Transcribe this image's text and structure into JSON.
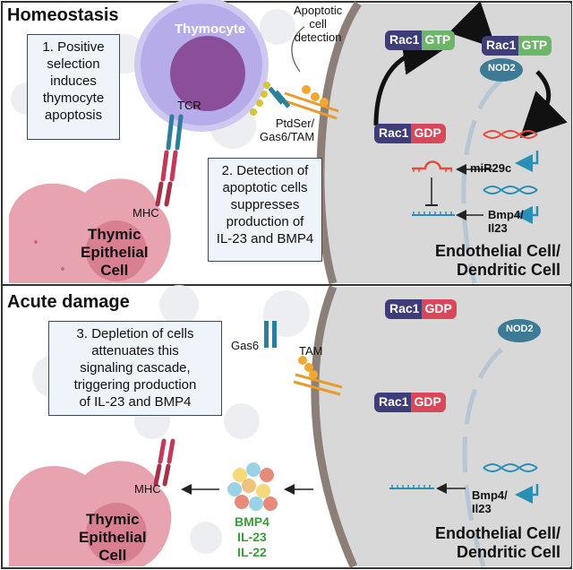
{
  "panels": {
    "top": {
      "title": "Homeostasis",
      "thymocyte": "Thymocyte",
      "apoptotic_detection": "Apoptotic\ncell\ndetection",
      "box1": "1. Positive\nselection\ninduces\nthymocyte\napoptosis",
      "tcr": "TCR",
      "mhc": "MHC",
      "ptdser": "PtdSer/\nGas6/TAM",
      "box2": "2. Detection of\napoptotic cells\nsuppresses\nproduction of\nIL-23 and BMP4",
      "tec": "Thymic\nEpithelial\nCell",
      "rac1_gtp_a": "Rac1",
      "rac1_gtp_b": "GTP",
      "rac1_gtp2_a": "Rac1",
      "rac1_gtp2_b": "GTP",
      "nod2": "NOD2",
      "rac1_gdp_a": "Rac1",
      "rac1_gdp_b": "GDP",
      "mir29c": "miR29c",
      "bmp4": "Bmp4/\nIl23",
      "cell_name": "Endothelial Cell/\nDendritic Cell"
    },
    "bottom": {
      "title": "Acute damage",
      "box3": "3. Depletion of cells\nattenuates this\nsignaling cascade,\ntriggering production\nof IL-23 and BMP4",
      "gas6": "Gas6",
      "tam": "TAM",
      "rac1_gdp_top_a": "Rac1",
      "rac1_gdp_top_b": "GDP",
      "rac1_gdp_mid_a": "Rac1",
      "rac1_gdp_mid_b": "GDP",
      "nod2": "NOD2",
      "mhc": "MHC",
      "tec": "Thymic\nEpithelial\nCell",
      "cytokines": "BMP4\nIL-23\nIL-22",
      "bmp4": "Bmp4/\nIl23",
      "cell_name": "Endothelial Cell/\nDendritic Cell"
    }
  },
  "colors": {
    "rac": "#3e3d7a",
    "gtp": "#6cb56a",
    "gdp": "#d9475a",
    "nod2": "#3c7a96",
    "tec": "#e8a3b0",
    "thymocyte": "#b8aee8",
    "cell_bg": "#cfcfcf",
    "cytokine_green": "#3d9a3a"
  }
}
